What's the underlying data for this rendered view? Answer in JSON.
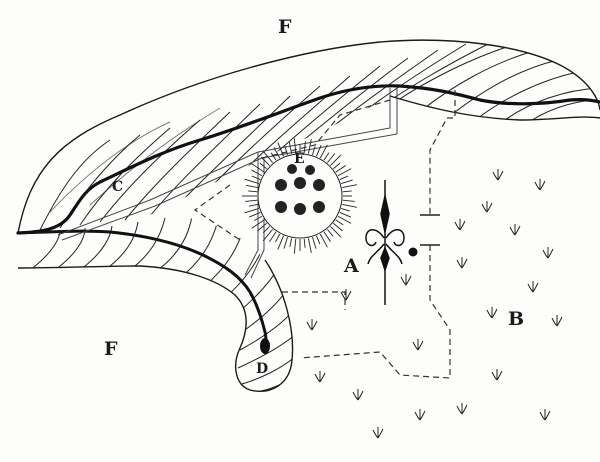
{
  "figure": {
    "labels": {
      "f_top": "F",
      "c": "C",
      "e": "E",
      "a": "A",
      "b": "B",
      "f_left": "F",
      "d": "D"
    },
    "ink_color": "#1a1a1a",
    "paper_color": "#fdfdfc"
  }
}
